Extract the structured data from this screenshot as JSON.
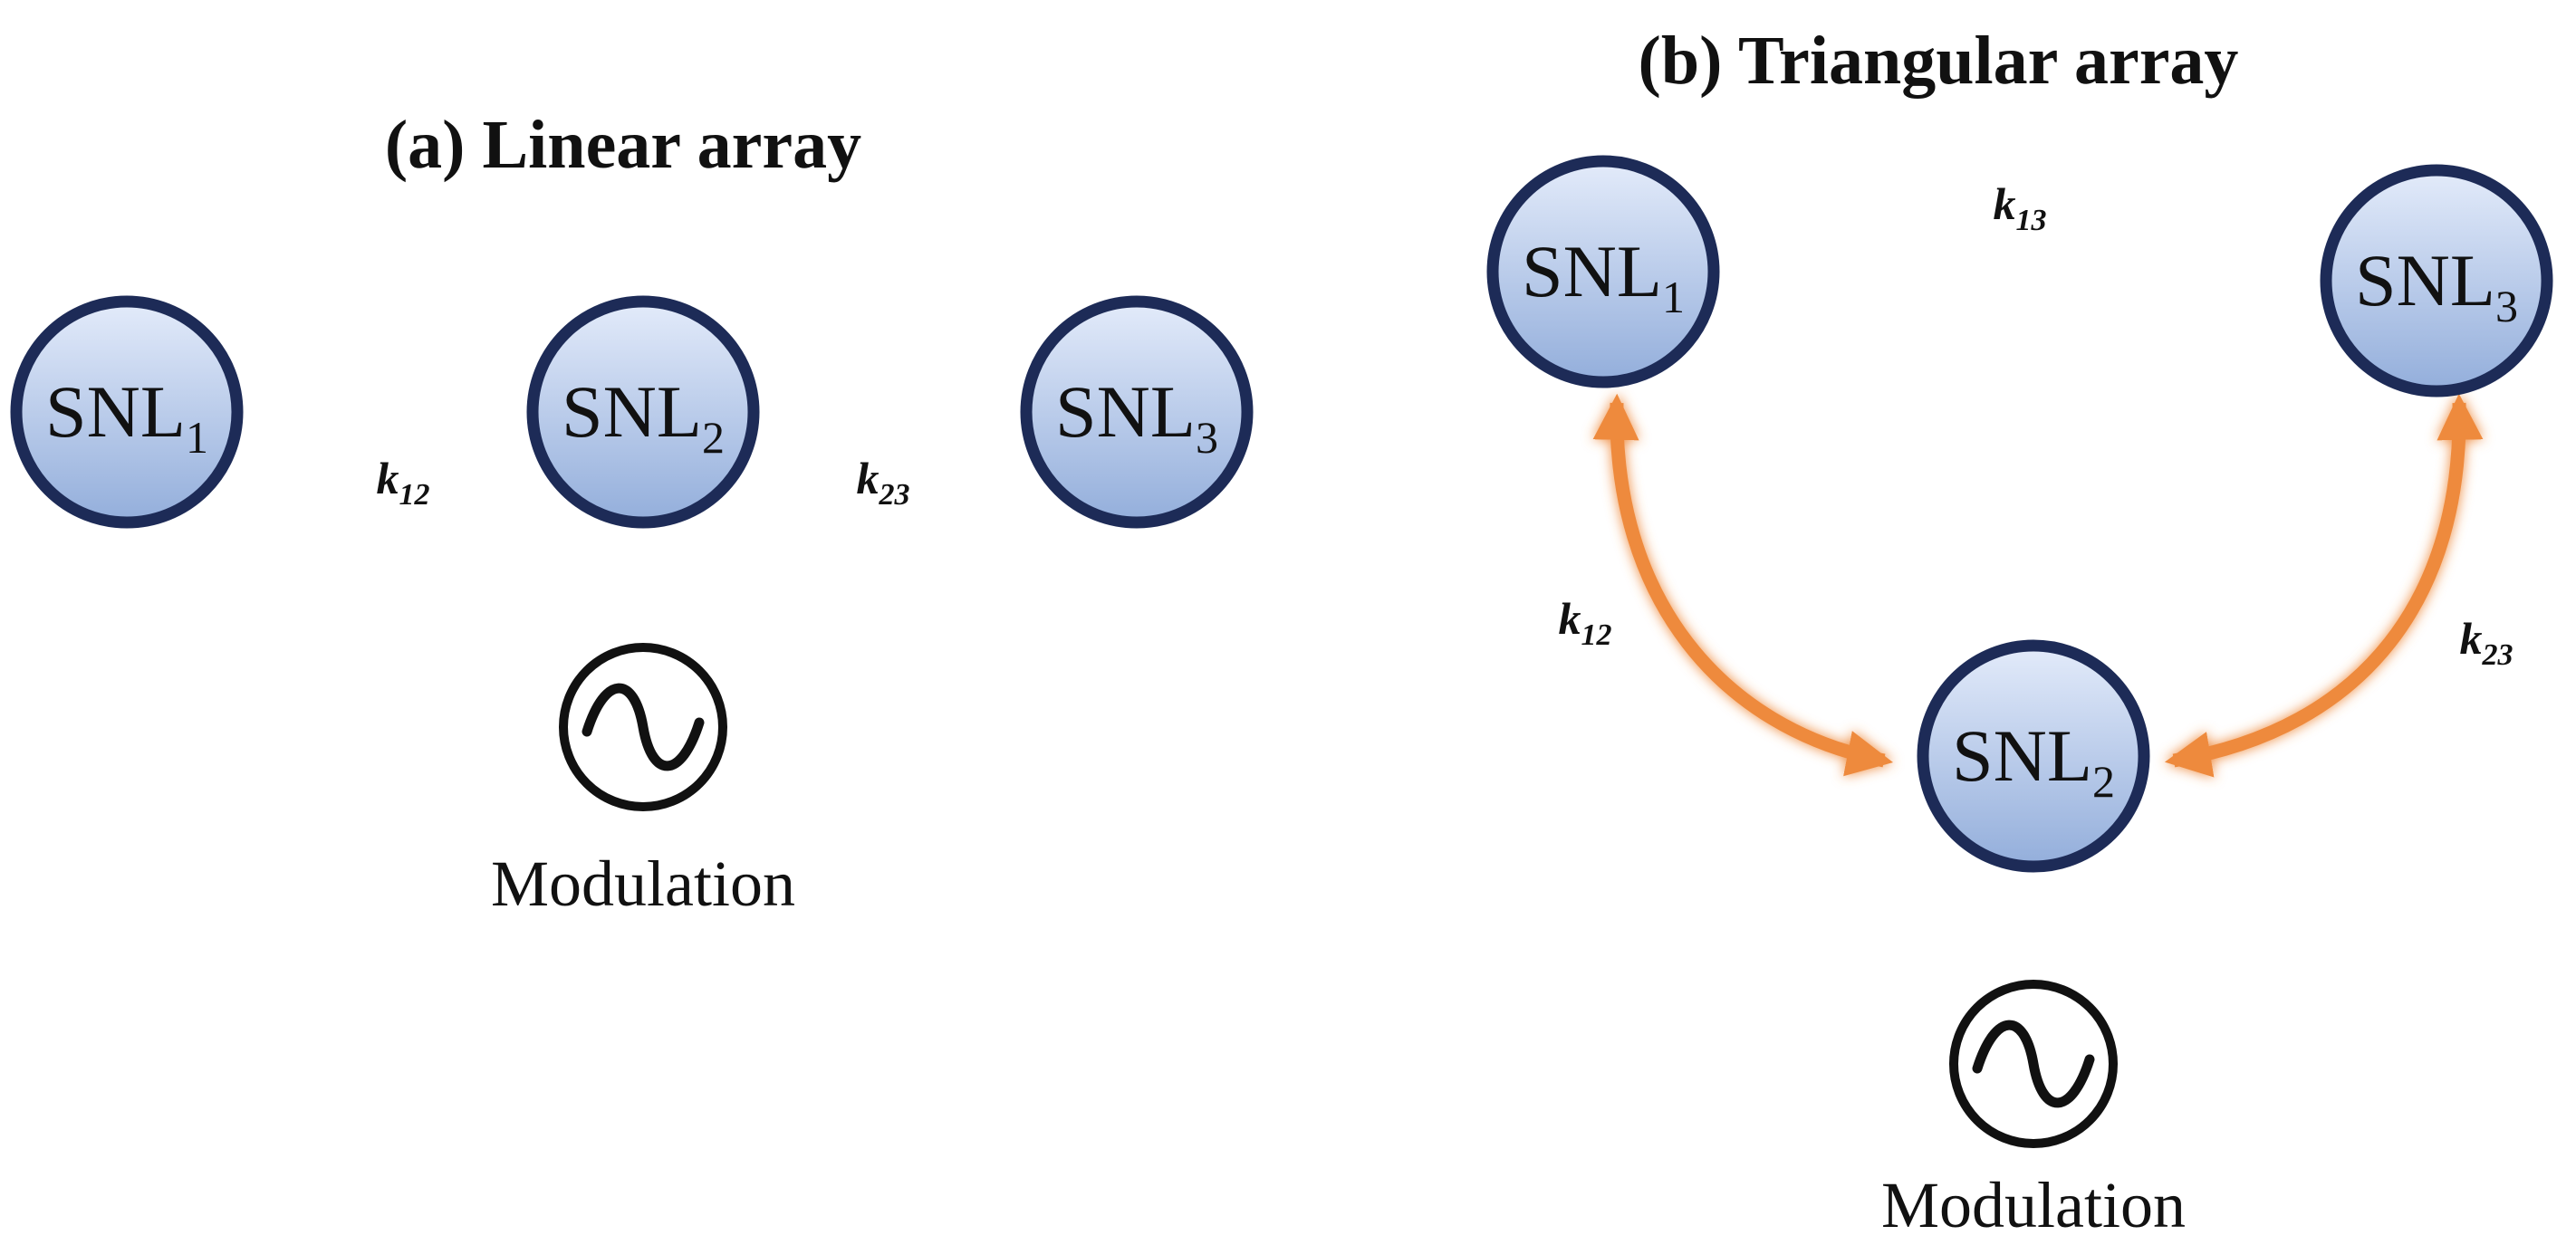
{
  "panels": {
    "linear": {
      "title": "(a) Linear array",
      "nodes": [
        {
          "base": "SNL",
          "sub": "1"
        },
        {
          "base": "SNL",
          "sub": "2"
        },
        {
          "base": "SNL",
          "sub": "3"
        }
      ],
      "couplings": [
        {
          "base": "k",
          "sub": "12"
        },
        {
          "base": "k",
          "sub": "23"
        }
      ],
      "modulation_label": "Modulation"
    },
    "triangular": {
      "title": "(b) Triangular array",
      "nodes": [
        {
          "base": "SNL",
          "sub": "1"
        },
        {
          "base": "SNL",
          "sub": "2"
        },
        {
          "base": "SNL",
          "sub": "3"
        }
      ],
      "couplings": [
        {
          "base": "k",
          "sub": "13"
        },
        {
          "base": "k",
          "sub": "12"
        },
        {
          "base": "k",
          "sub": "23"
        }
      ],
      "modulation_label": "Modulation"
    }
  },
  "colors": {
    "node_fill_top": "#e3ebfa",
    "node_fill_bottom": "#93aedb",
    "node_stroke": "#1d2b57",
    "coupling_arrow": "#ee8a3c",
    "modulation_link": "#5f9fd8"
  },
  "icons": {
    "modulation_source": "sine-wave-source-icon"
  }
}
